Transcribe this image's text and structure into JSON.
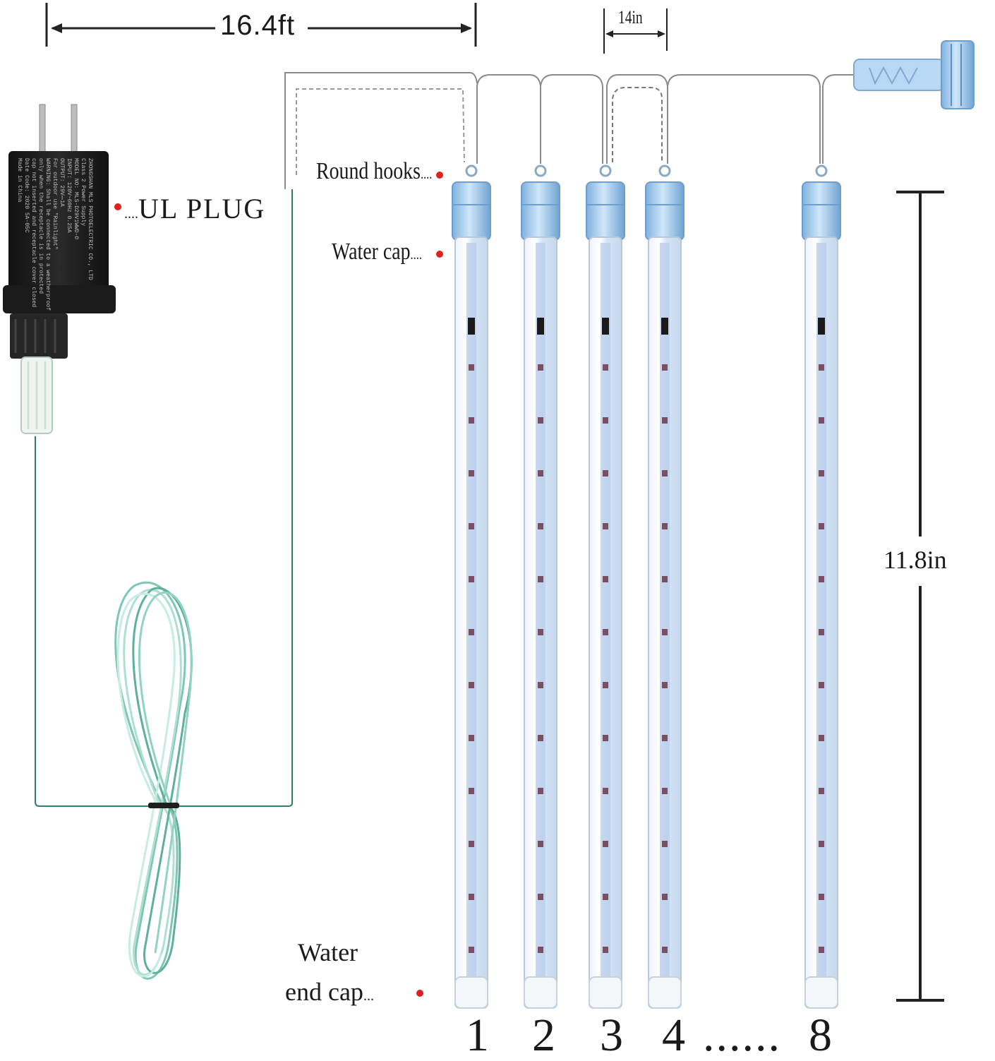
{
  "dimensions": {
    "total_length": "16.4ft",
    "spacing": "14in",
    "tube_length": "11.8in"
  },
  "labels": {
    "ul_plug": "UL PLUG",
    "round_hooks": "Round hooks",
    "water_cap": "Water cap",
    "water_end_cap_line1": "Water",
    "water_end_cap_line2": "end cap",
    "dots": "....",
    "dots_short": "..."
  },
  "tube_numbers": [
    "1",
    "2",
    "3",
    "4",
    "8"
  ],
  "ellipsis": "......",
  "adapter_text": [
    "ZHONGSHAN MLS PHOTOELECTRIC CO., LTD",
    "Class 2 Power Supply",
    "MODEL NO: MLS-D29V1WWD-O",
    "INPUT: 120V~60Hz 0.25A",
    "OUTPUT: 29V⎓1A",
    "For outdoor use \"Rainlight\"",
    "WARNING: Shall be connected to a weatherproof",
    "only when the receptacle is in protected",
    "cap not inserted and receptacle cover closed",
    "Date Code: 2020 5A-05C",
    "Made in China"
  ],
  "colors": {
    "tube_fill": "#dfe9f5",
    "tube_strip": "#b8cbe8",
    "cap": "#9ec8ec",
    "wire": "#7a7a7a",
    "green_wire": "#2f7d6a",
    "red_dot": "#e02020",
    "adapter": "#1c1c1c"
  }
}
